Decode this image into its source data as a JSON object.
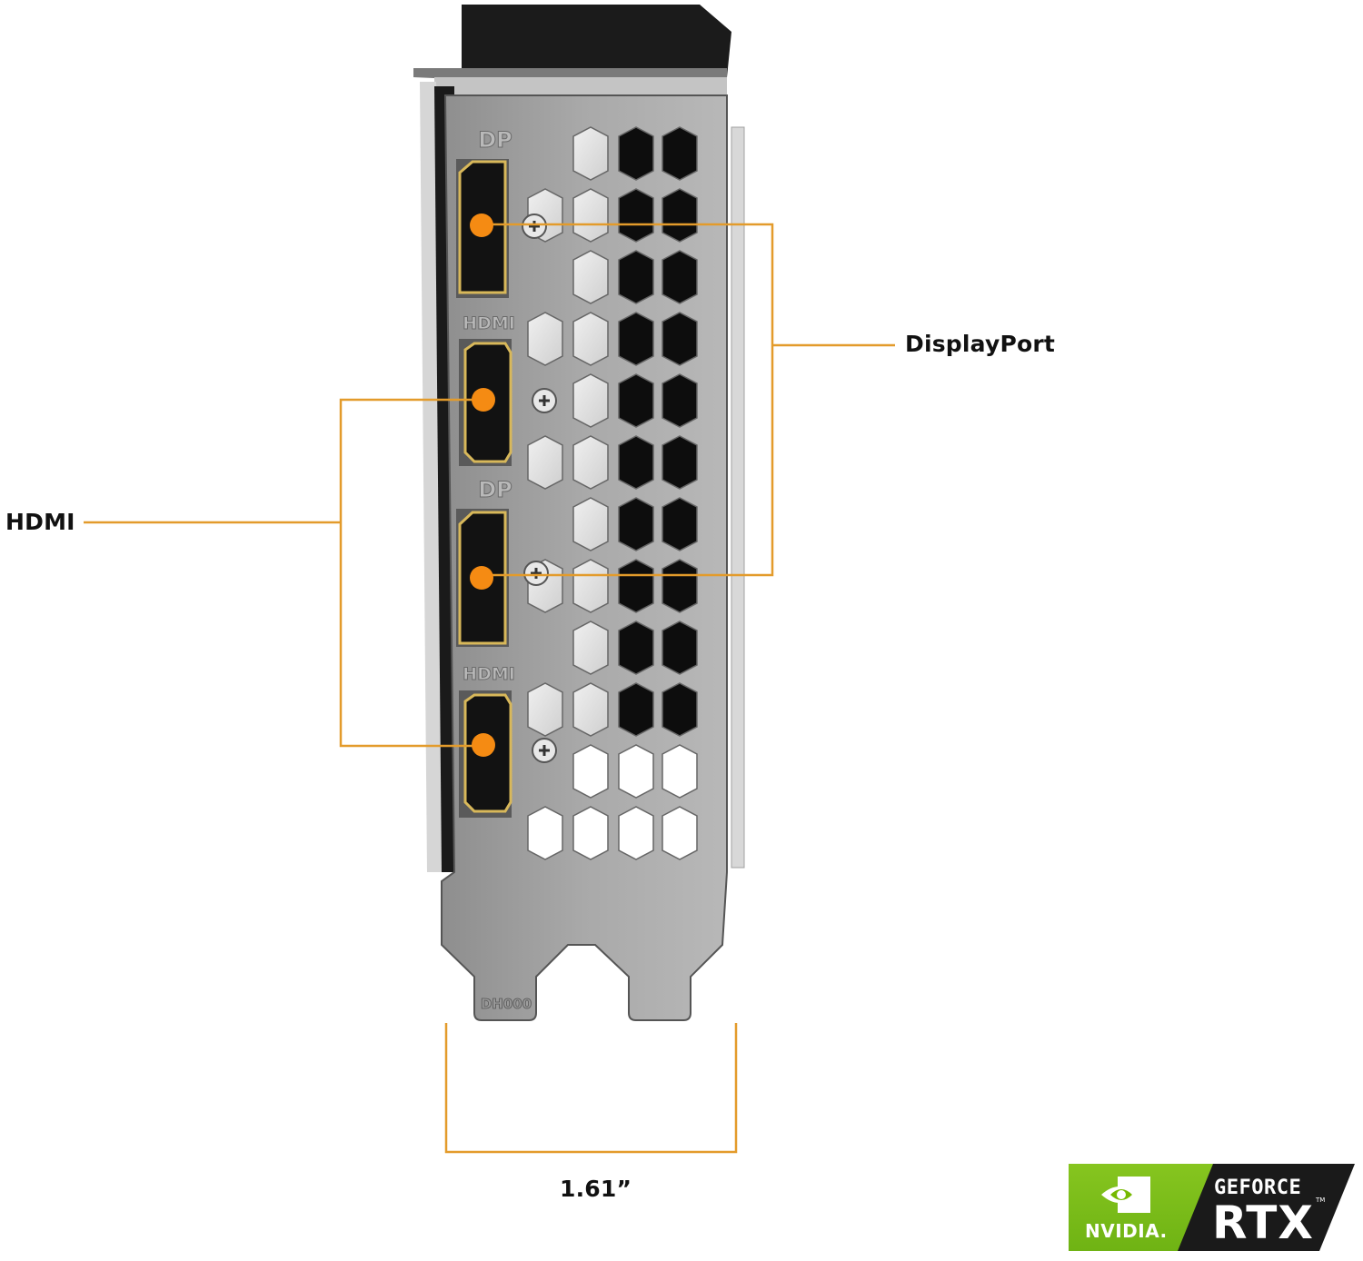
{
  "image": {
    "subject": "Graphics card rear I/O bracket with port callouts",
    "accent_color": "#e39b2b",
    "dot_color": "#f58b13",
    "bracket_color": "#a3a3a3"
  },
  "bracket_labels": {
    "dp_top": "DP",
    "hdmi_1": "HDMI",
    "dp_bottom": "DP",
    "hdmi_2": "HDMI",
    "tab_marking": "DH000"
  },
  "callouts": {
    "displayport": "DisplayPort",
    "hdmi": "HDMI"
  },
  "dimension": {
    "value": "1.61”"
  },
  "badge": {
    "brand": "NVIDIA.",
    "line1": "GEFORCE",
    "line2": "RTX",
    "trademark": "TM"
  }
}
